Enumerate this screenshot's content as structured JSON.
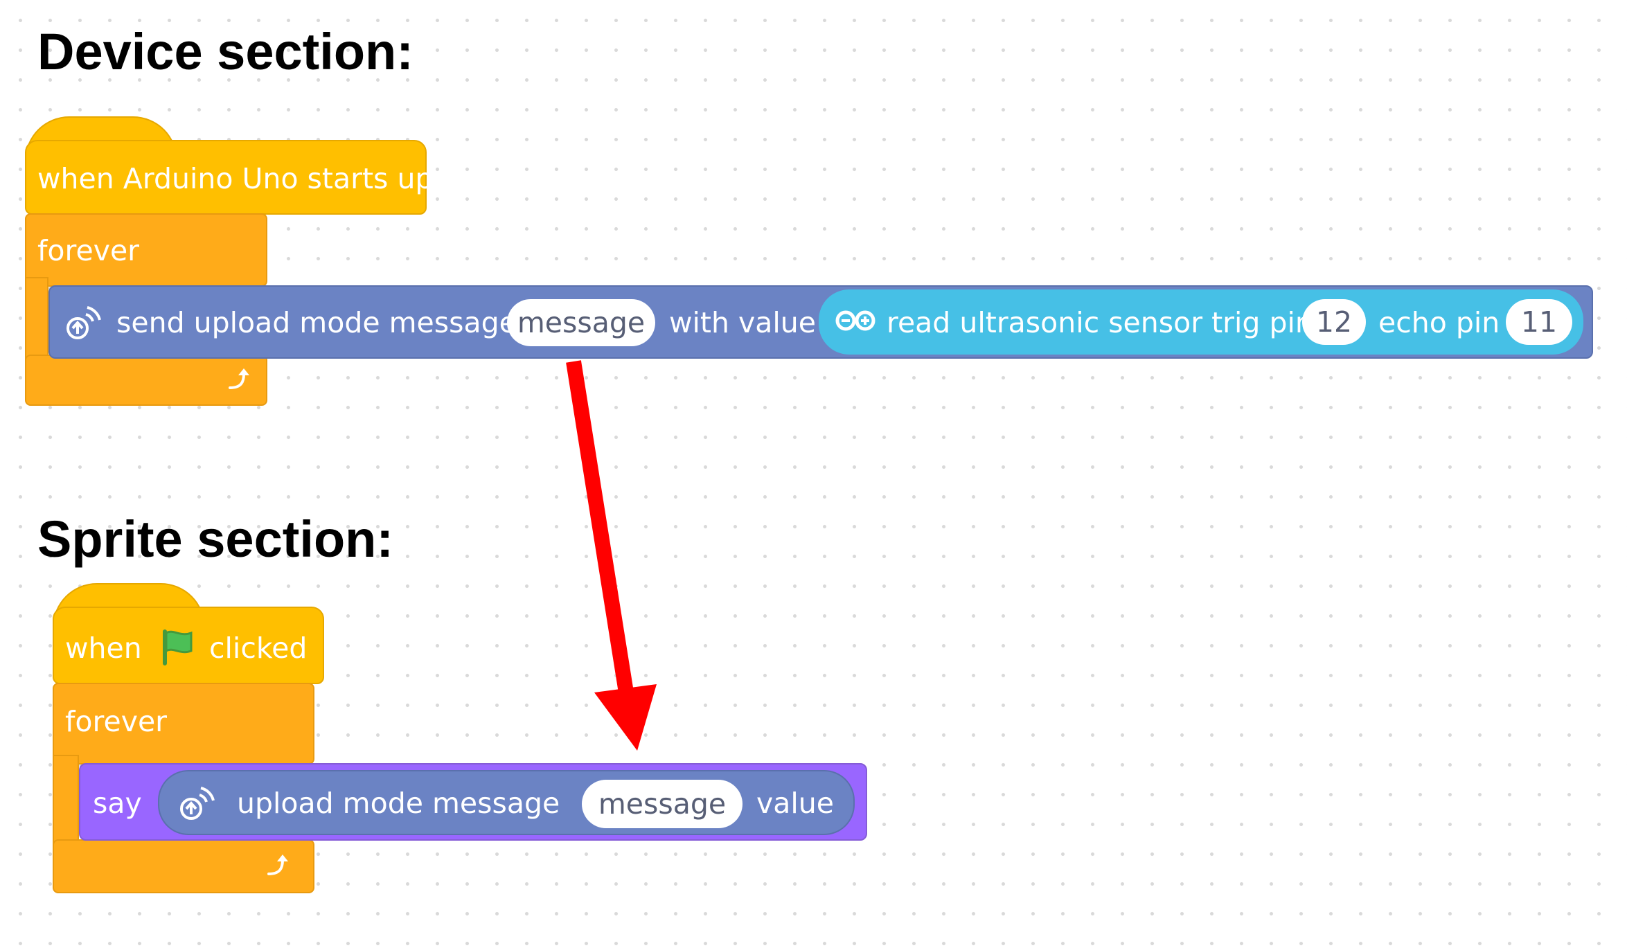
{
  "headings": {
    "device": "Device section:",
    "sprite": "Sprite section:"
  },
  "device_script": {
    "hat_label": "when Arduino Uno starts up",
    "forever_label": "forever",
    "send_block": {
      "prefix": "send upload mode message",
      "message_value": "message",
      "with_value_label": "with value",
      "sensor_reporter": {
        "label": "read ultrasonic sensor trig pin",
        "trig_pin": "12",
        "echo_label": "echo pin",
        "echo_pin": "11"
      }
    },
    "loop_arrow": "↻"
  },
  "sprite_script": {
    "hat_when": "when",
    "hat_clicked": "clicked",
    "forever_label": "forever",
    "say_label": "say",
    "upload_reporter": {
      "label": "upload mode message",
      "message_value": "message",
      "value_label": "value"
    },
    "loop_arrow": "↻"
  },
  "colors": {
    "events_hat": "#ffbf00",
    "control": "#ffab19",
    "extension_block": "#6b83c4",
    "arduino_reporter": "#46c0e6",
    "looks": "#9966ff",
    "annotation_arrow": "#ff0000",
    "green_flag": "#4cbf56"
  },
  "icons": [
    "upload-mode-icon",
    "arduino-infinity-icon",
    "green-flag-icon",
    "loop-arrow-icon"
  ]
}
